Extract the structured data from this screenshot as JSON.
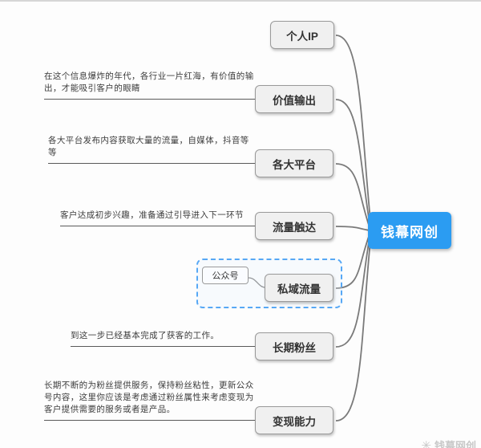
{
  "root": {
    "label": "钱幕网创"
  },
  "topics": [
    {
      "label": "个人IP"
    },
    {
      "label": "价值输出",
      "note": "在这个信息爆炸的年代，各行业一片红海，有价值的输出，才能吸引客户的眼睛"
    },
    {
      "label": "各大平台",
      "note": "各大平台发布内容获取大量的流量，自媒体，抖音等等"
    },
    {
      "label": "流量触达",
      "note": "客户达成初步兴趣，准备通过引导进入下一环节"
    },
    {
      "label": "私域流量",
      "subtopic": {
        "label": "公众号"
      }
    },
    {
      "label": "长期粉丝",
      "note": "到这一步已经基本完成了获客的工作。"
    },
    {
      "label": "变现能力",
      "note": "长期不断的为粉丝提供服务，保持粉丝粘性，更新公众号内容，这里你应该是考虑通过粉丝属性来考虑变现为客户提供需要的服务或者是产品。"
    }
  ],
  "watermark": {
    "icon": "sparkle-logo",
    "label": "钱幕网创"
  },
  "colors": {
    "root_bg": "#2b9cf2",
    "node_bg": "#f0f0f0",
    "node_border": "#9a9a9a",
    "selection_border": "#57a8f5",
    "connector": "#7a7a7a",
    "note_text": "#3c3c3c",
    "watermark": "#c8c8c8"
  }
}
